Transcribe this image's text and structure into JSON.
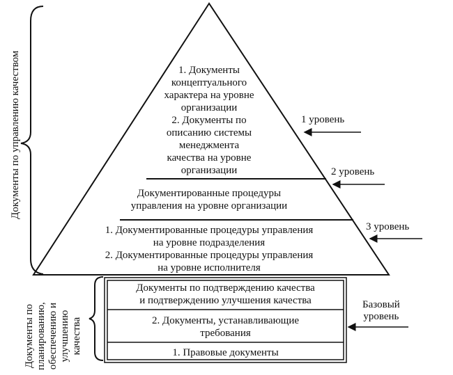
{
  "pyramid": {
    "apex": {
      "lines": [
        "1. Документы",
        "концептуального",
        "характера на уровне",
        "организации",
        "2. Документы по",
        "описанию системы",
        "менеджмента",
        "качества на уровне",
        "организации"
      ]
    },
    "middle": {
      "lines": [
        "Документированные процедуры",
        "управления на уровне организации"
      ]
    },
    "bottom": {
      "lines": [
        "1. Документированные процедуры управления",
        "на уровне подразделения",
        "2. Документированные процедуры управления",
        "на уровне исполнителя"
      ]
    }
  },
  "base": {
    "row1": [
      "Документы по подтверждению качества",
      "и подтверждению улучшения качества"
    ],
    "row2": [
      "2. Документы, устанавливающие",
      "требования"
    ],
    "row3": [
      "1. Правовые документы"
    ]
  },
  "levels": {
    "level1": "1 уровень",
    "level2": "2 уровень",
    "level3": "3 уровень",
    "base_label": [
      "Базовый",
      "уровень"
    ]
  },
  "brackets": {
    "upper": "Документы по управлению качеством",
    "lower": [
      "Документы по",
      "планированию,",
      "обеспечению и",
      "улучшению",
      "качества"
    ]
  }
}
